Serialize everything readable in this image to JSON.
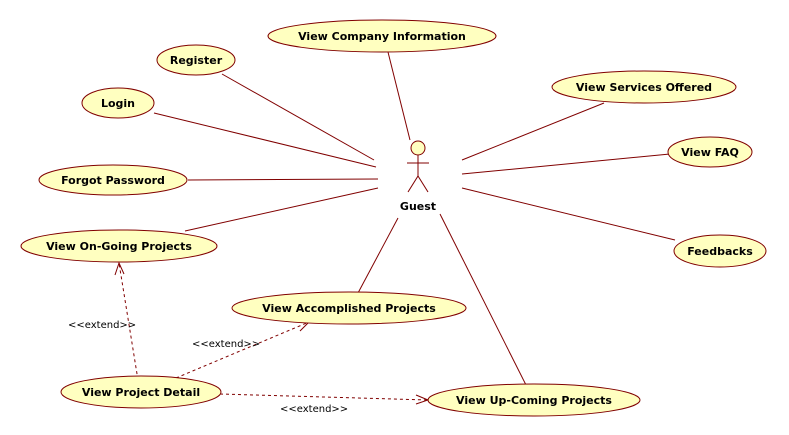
{
  "actor": {
    "name": "Guest"
  },
  "use_cases": {
    "view_company_information": "View Company Information",
    "register": "Register",
    "login": "Login",
    "forgot_password": "Forgot Password",
    "view_ongoing_projects": "View On-Going Projects",
    "view_accomplished_projects": "View Accomplished Projects",
    "view_project_detail": "View Project Detail",
    "view_upcoming_projects": "View Up-Coming Projects",
    "view_services_offered": "View Services Offered",
    "view_faq": "View FAQ",
    "feedbacks": "Feedbacks"
  },
  "extend_label": "<<extend>>",
  "colors": {
    "line": "#800000",
    "fill": "#ffffc0"
  }
}
